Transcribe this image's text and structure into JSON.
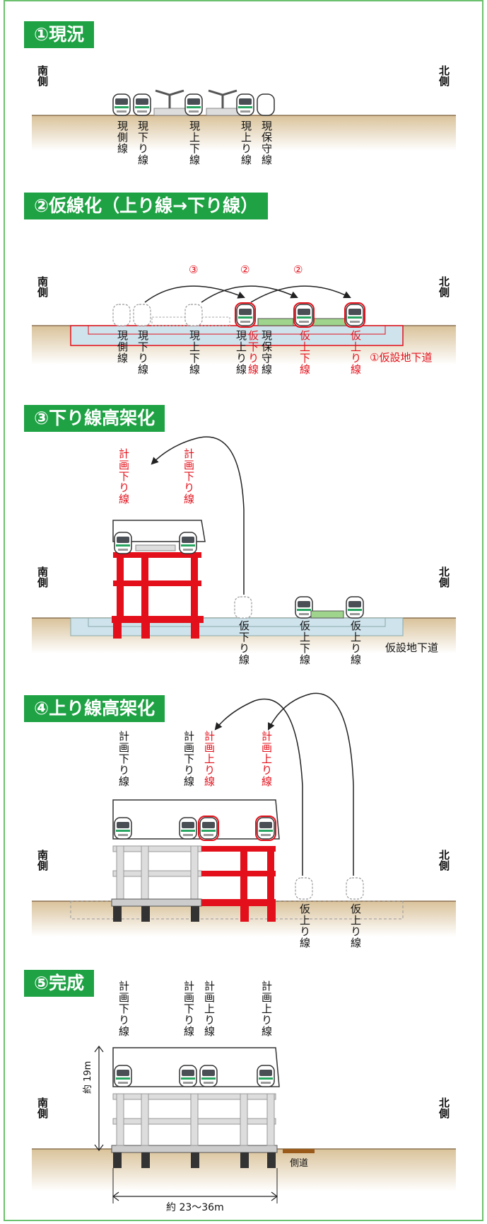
{
  "sections": [
    {
      "header": "①現況"
    },
    {
      "header": "②仮線化（上り線→下り線）"
    },
    {
      "header": "③下り線高架化"
    },
    {
      "header": "④上り線高架化"
    },
    {
      "header": "⑤完成"
    }
  ],
  "side_labels": {
    "south": "南側",
    "north": "北側"
  },
  "s1": {
    "labels": [
      "現側線",
      "現下り線",
      "現上下線",
      "現上り線",
      "現保守線"
    ]
  },
  "s2": {
    "labels": [
      "現側線",
      "現下り線",
      "現上下線",
      "現上り線",
      "仮下り線",
      "現保守線",
      "仮上下線",
      "仮上り線"
    ],
    "step_marks": [
      "③",
      "②",
      "②"
    ],
    "tunnel_label": "①仮設地下道"
  },
  "s3": {
    "planned": [
      "計画下り線",
      "計画下り線"
    ],
    "labels": [
      "仮下り線",
      "仮上下線",
      "仮上り線"
    ],
    "tunnel_label": "仮設地下道"
  },
  "s4": {
    "planned_black": [
      "計画下り線",
      "計画下り線"
    ],
    "planned_red": [
      "計画上り線",
      "計画上り線"
    ],
    "labels": [
      "仮上り線",
      "仮上り線"
    ]
  },
  "s5": {
    "planned": [
      "計画下り線",
      "計画下り線",
      "計画上り線",
      "計画上り線"
    ],
    "height_label": "約 19m",
    "width_label": "約 23〜36m",
    "sidewalk_label": "側道"
  },
  "colors": {
    "green": "#1ea244",
    "red": "#e3101b",
    "ground": "#e6d2b0",
    "soil_line": "#8a7150",
    "tunnel": "#cfe3ec"
  }
}
